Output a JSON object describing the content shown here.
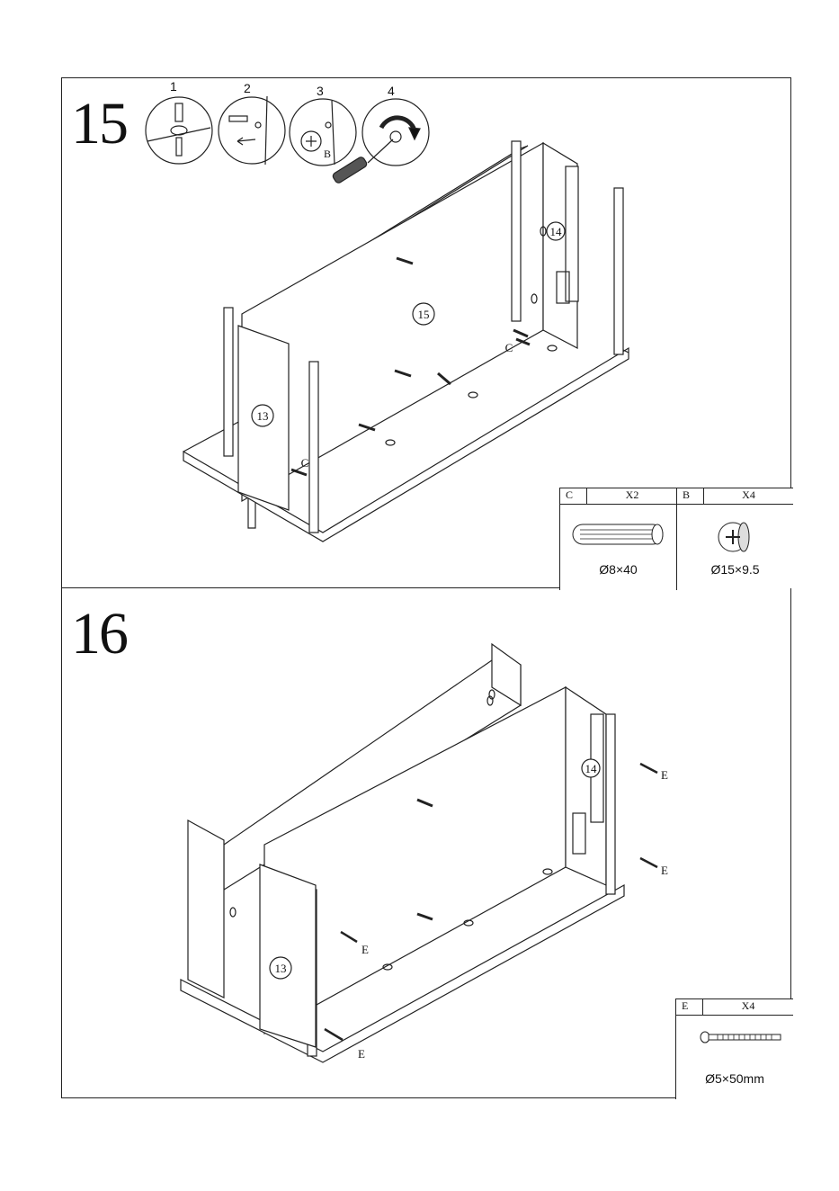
{
  "steps": [
    {
      "number": "15",
      "substeps": [
        "1",
        "2",
        "3",
        "4"
      ],
      "substep_letter": "B",
      "part_labels": [
        "14",
        "15",
        "13"
      ],
      "callouts": [
        "C",
        "C"
      ],
      "parts": [
        {
          "letter": "C",
          "qty": "X2",
          "size": "Ø8×40",
          "icon": "wood-dowel-icon"
        },
        {
          "letter": "B",
          "qty": "X4",
          "size": "Ø15×9.5",
          "icon": "cam-lock-icon"
        }
      ]
    },
    {
      "number": "16",
      "part_labels": [
        "14",
        "13"
      ],
      "callouts": [
        "E",
        "E",
        "E",
        "E"
      ],
      "parts": [
        {
          "letter": "E",
          "qty": "X4",
          "size": "Ø5×50mm",
          "icon": "bolt-icon"
        }
      ]
    }
  ],
  "colors": {
    "line": "#222222",
    "background": "#ffffff"
  }
}
